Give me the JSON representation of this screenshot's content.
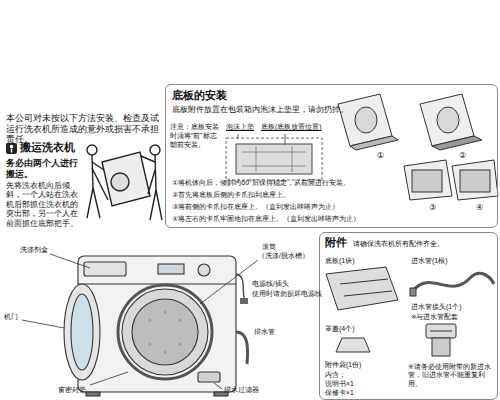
{
  "diagram": {
    "nodes": [
      {
        "text": [
          "底板的安装",
          "底板附件放置在包装箱内泡沫上垫里，请勿扔掉。",
          "注意：底板安装时须将“前”标志朝前安装。",
          "泡沫上垫",
          "底板(底板放置位置)",
          "①",
          "②",
          "①将机体向后，倾斜约60°后保持稳定，从前面进行安装。",
          "②首先将底板后侧的卡爪扣到底座上。",
          "③将前侧的卡爪扣在底座上。（直到发出咔嗒声为止）",
          "④将左右的卡爪牢固地扣在底座上。（直到发出咔嗒声为止）",
          "③",
          "④"
        ]
      },
      {
        "text": [
          "附件",
          "请确保洗衣机所有配件齐全。",
          "底板(1块)",
          "进水管(1根)",
          "进水管接头(1个)",
          "※与进水管配套",
          "罩盖(4个)",
          "附件袋(1份)",
          "内含：",
          "说明书×1",
          "保修卡×1",
          "※请务必使用附带的新进水管，旧进水管不能重复利用。"
        ]
      }
    ],
    "labels": [
      "本公司对未按以下方法安装、检查及试运行洗衣机所造成的意外或损害不承担责任。",
      "搬运洗衣机",
      "务必由两个人进行搬运。",
      "先将洗衣机向后倾斜，一个人站在洗衣机后部抓住洗衣机的突出部，另一个人在前面抓住底部把手。",
      "洗涤剂盒",
      "滚筒",
      "（洗涤/脱水槽）",
      "电源线/插头",
      "使用时请勿损坏电源线",
      "机门",
      "排水管",
      "窗密封垫",
      "排水过滤器"
    ]
  }
}
